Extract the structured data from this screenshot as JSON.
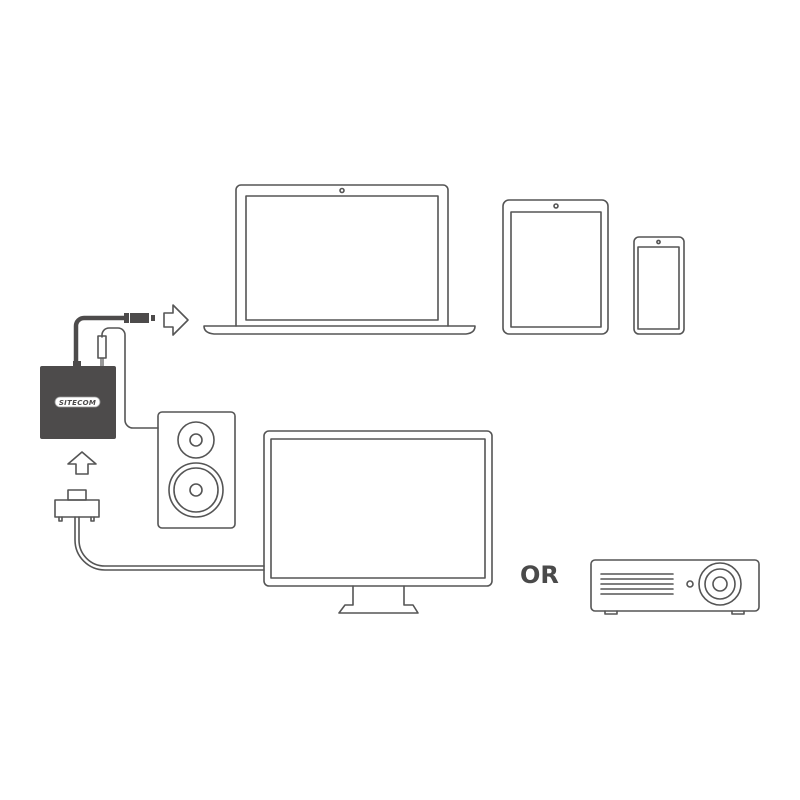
{
  "diagram": {
    "description": "Sitecom USB-C adapter connection diagram",
    "colors": {
      "line": "#555555",
      "adapter_fill": "#4d4b4b",
      "background": "#ffffff"
    },
    "adapter": {
      "brand_label": "SITECOM"
    },
    "separator_label": "OR",
    "devices": [
      {
        "id": "laptop",
        "label": ""
      },
      {
        "id": "tablet",
        "label": ""
      },
      {
        "id": "phone",
        "label": ""
      },
      {
        "id": "speaker",
        "label": ""
      },
      {
        "id": "monitor",
        "label": ""
      },
      {
        "id": "projector",
        "label": ""
      }
    ]
  }
}
